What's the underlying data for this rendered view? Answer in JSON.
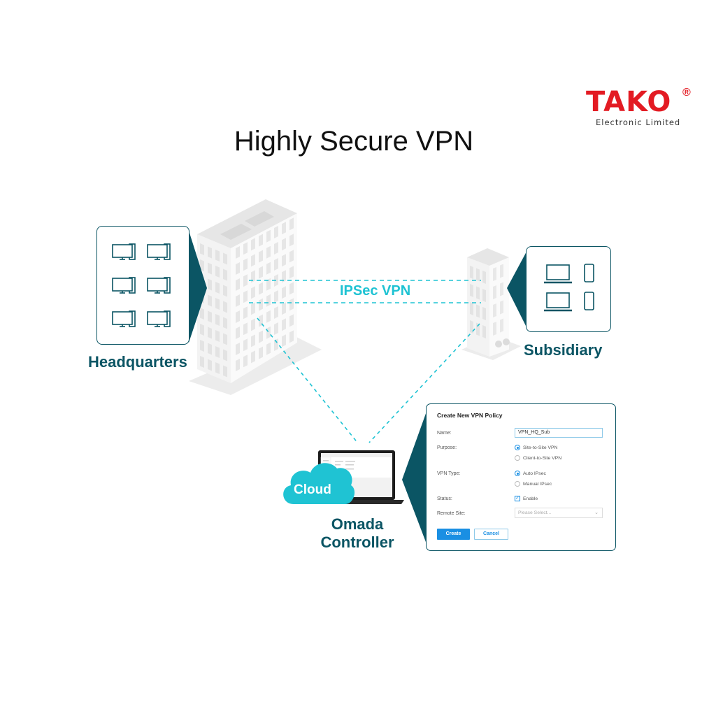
{
  "brand": {
    "name": "TAKO",
    "registered_mark": "®",
    "tagline": "Electronic Limited",
    "color": "#e31b23"
  },
  "title": "Highly Secure VPN",
  "colors": {
    "teal_dark": "#0b5564",
    "cyan": "#1fc3d3",
    "button_blue": "#1a8fe3"
  },
  "nodes": {
    "headquarters": {
      "label": "Headquarters",
      "devices": [
        "desktop-computer",
        "desktop-computer",
        "desktop-computer",
        "desktop-computer",
        "desktop-computer",
        "desktop-computer"
      ]
    },
    "subsidiary": {
      "label": "Subsidiary",
      "devices": [
        "laptop",
        "phone",
        "laptop",
        "phone"
      ]
    },
    "controller": {
      "cloud_label": "Cloud",
      "label_line1": "Omada",
      "label_line2": "Controller"
    }
  },
  "link": {
    "label": "IPSec VPN"
  },
  "policy_form": {
    "title": "Create New VPN Policy",
    "name_label": "Name:",
    "name_value": "VPN_HQ_Sub",
    "purpose_label": "Purpose:",
    "purpose_options": [
      {
        "label": "Site-to-Site VPN",
        "selected": true
      },
      {
        "label": "Client-to-Site VPN",
        "selected": false
      }
    ],
    "vpn_type_label": "VPN Type:",
    "vpn_type_options": [
      {
        "label": "Auto IPsec",
        "selected": true
      },
      {
        "label": "Manual IPsec",
        "selected": false
      }
    ],
    "status_label": "Status:",
    "status_checkbox_label": "Enable",
    "status_checked": true,
    "remote_site_label": "Remote Site:",
    "remote_site_placeholder": "Please Select...",
    "create_button": "Create",
    "cancel_button": "Cancel"
  }
}
